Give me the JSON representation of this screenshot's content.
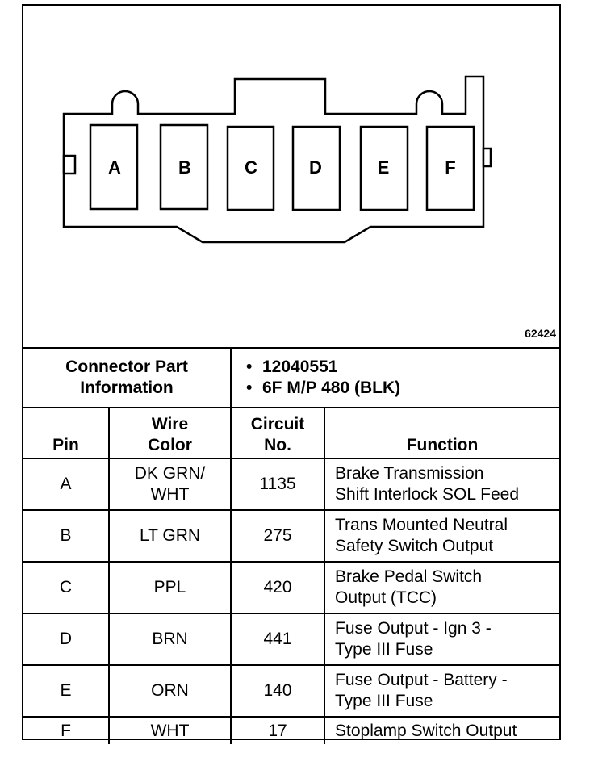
{
  "diagram": {
    "pin_letters": [
      "A",
      "B",
      "C",
      "D",
      "E",
      "F"
    ],
    "figure_id": "62424"
  },
  "connector_info": {
    "label_line1": "Connector Part",
    "label_line2": "Information",
    "items": [
      "12040551",
      "6F M/P 480 (BLK)"
    ]
  },
  "table": {
    "headers": {
      "pin": "Pin",
      "wire_color_line1": "Wire",
      "wire_color_line2": "Color",
      "circuit_line1": "Circuit",
      "circuit_line2": "No.",
      "function": "Function"
    },
    "rows": [
      {
        "pin": "A",
        "color_line1": "DK GRN/",
        "color_line2": "WHT",
        "circuit": "1135",
        "function_line1": "Brake Transmission",
        "function_line2": "Shift Interlock SOL Feed"
      },
      {
        "pin": "B",
        "color_line1": "LT GRN",
        "color_line2": "",
        "circuit": "275",
        "function_line1": "Trans Mounted Neutral",
        "function_line2": "Safety Switch Output"
      },
      {
        "pin": "C",
        "color_line1": "PPL",
        "color_line2": "",
        "circuit": "420",
        "function_line1": "Brake Pedal Switch",
        "function_line2": "Output (TCC)"
      },
      {
        "pin": "D",
        "color_line1": "BRN",
        "color_line2": "",
        "circuit": "441",
        "function_line1": "Fuse Output - Ign 3 -",
        "function_line2": "Type III Fuse"
      },
      {
        "pin": "E",
        "color_line1": "ORN",
        "color_line2": "",
        "circuit": "140",
        "function_line1": "Fuse Output - Battery -",
        "function_line2": "Type III Fuse"
      },
      {
        "pin": "F",
        "color_line1": "WHT",
        "color_line2": "",
        "circuit": "17",
        "function_line1": "Stoplamp Switch Output",
        "function_line2": ""
      }
    ]
  }
}
